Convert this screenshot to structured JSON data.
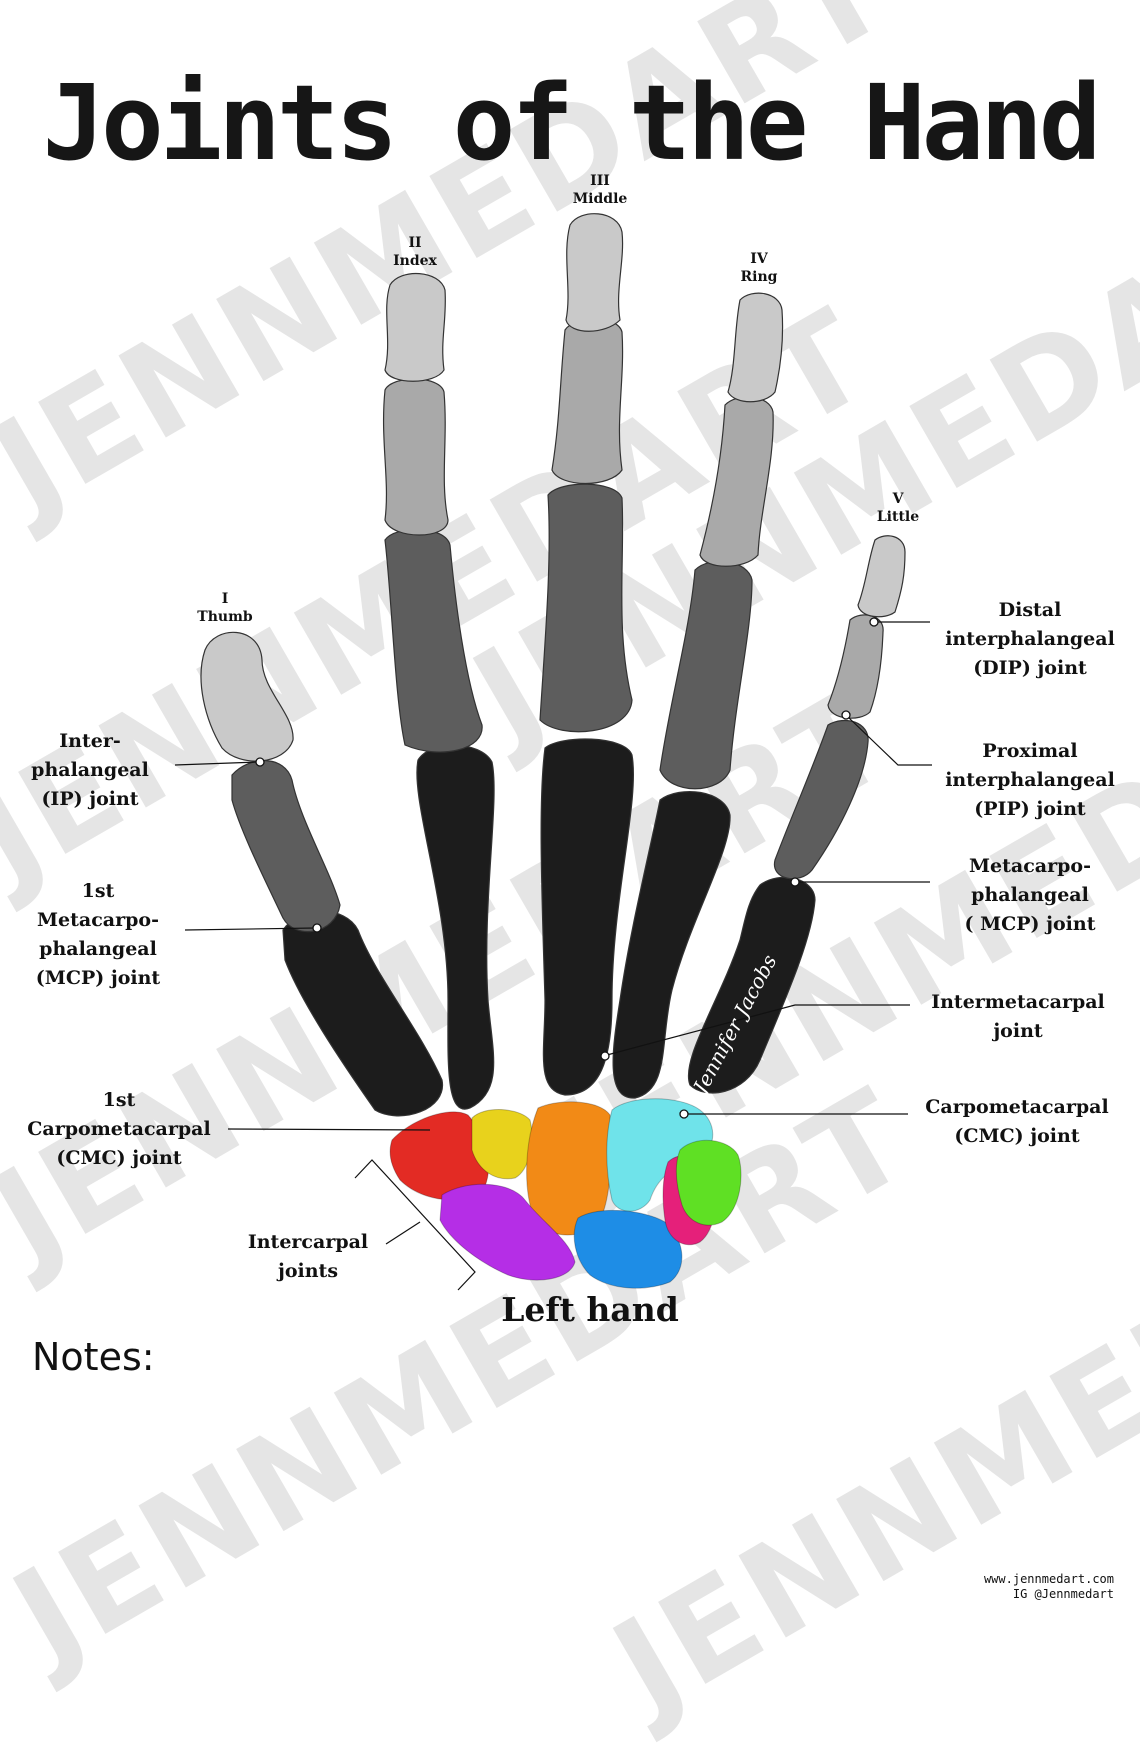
{
  "title": "Joints of the Hand",
  "watermark": "JENNMEDART",
  "fingers": [
    {
      "numeral": "I",
      "name": "Thumb"
    },
    {
      "numeral": "II",
      "name": "Index"
    },
    {
      "numeral": "III",
      "name": "Middle"
    },
    {
      "numeral": "IV",
      "name": "Ring"
    },
    {
      "numeral": "V",
      "name": "Little"
    }
  ],
  "labels": {
    "ip": [
      "Inter-",
      "phalangeal",
      "(IP) joint"
    ],
    "mcp1": [
      "1st",
      "Metacarpo-",
      "phalangeal",
      "(MCP) joint"
    ],
    "cmc1": [
      "1st",
      "Carpometacarpal",
      "(CMC) joint"
    ],
    "intercarpal": [
      "Intercarpal",
      "joints"
    ],
    "dip": [
      "Distal",
      "interphalangeal",
      "(DIP) joint"
    ],
    "pip": [
      "Proximal",
      "interphalangeal",
      "(PIP) joint"
    ],
    "mcp": [
      "Metacarpo-",
      "phalangeal",
      "( MCP) joint"
    ],
    "intermetacarpal": [
      "Intermetacarpal",
      "joint"
    ],
    "cmc": [
      "Carpometacarpal",
      "(CMC) joint"
    ]
  },
  "hand_side": "Left hand",
  "notes_label": "Notes:",
  "signature": "Jennifer Jacobs",
  "credit": [
    "www.jennmedart.com",
    "IG @Jennmedart"
  ],
  "colors": {
    "distal_phalanx": "#c9c9c9",
    "middle_phalanx": "#a9a9a9",
    "proximal_phalanx": "#5d5d5d",
    "metacarpal": "#1c1c1c",
    "carpal_red": "#e32b24",
    "carpal_yellow": "#e8d21c",
    "carpal_orange": "#f28a16",
    "carpal_cyan": "#6fe3ea",
    "carpal_purple": "#b52ee6",
    "carpal_blue": "#1e8de6",
    "carpal_pink": "#e5207a",
    "carpal_green": "#5fe024"
  }
}
